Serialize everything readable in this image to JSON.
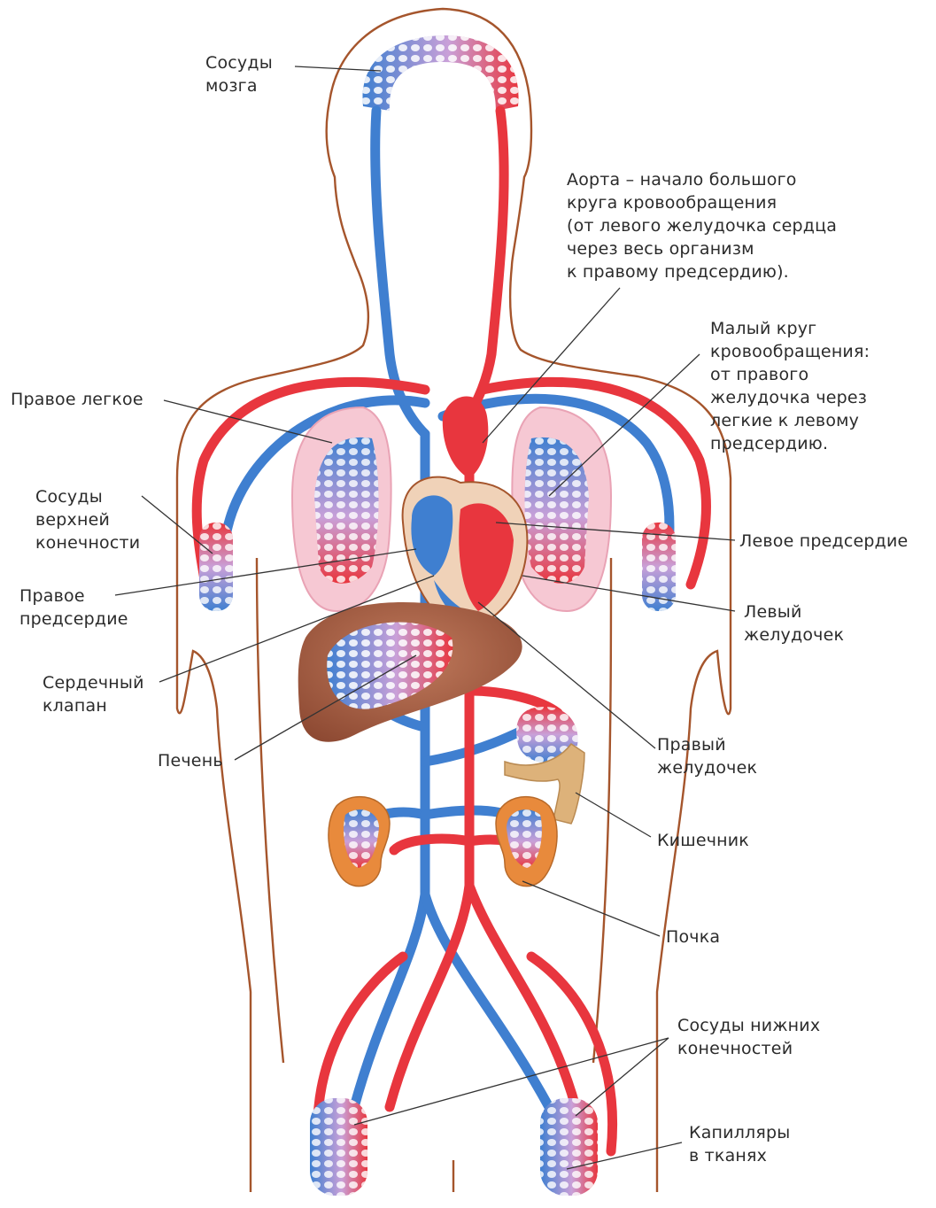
{
  "labels": {
    "brain": "Сосуды\nмозга",
    "aorta": "Аорта – начало большого\nкруга кровообращения\n(от левого желудочка сердца\nчерез весь организм\nк правому предсердию).",
    "small_circle": "Малый круг\nкровообращения:\nот правого\nжелудочка через\nлегкие к левому\nпредсердию.",
    "right_lung": "Правое легкое",
    "upper_limb": "Сосуды\nверхней\nконечности",
    "left_atrium": "Левое предсердие",
    "right_atrium": "Правое\nпредсердие",
    "left_ventricle": "Левый\nжелудочек",
    "heart_valve": "Сердечный\nклапан",
    "liver": "Печень",
    "right_ventricle": "Правый\nжелудочек",
    "intestine": "Кишечник",
    "kidney": "Почка",
    "lower_limbs": "Сосуды нижних\nконечностей",
    "capillaries": "Капилляры\nв тканях"
  },
  "colors": {
    "artery": "#e8363e",
    "vein": "#3f7fd0",
    "outline": "#a5552c",
    "lung": "#f6c8d3",
    "liver": "#a65a3f",
    "kidney": "#e88a3c",
    "intestine": "#ddb27a",
    "leader": "#333333"
  }
}
